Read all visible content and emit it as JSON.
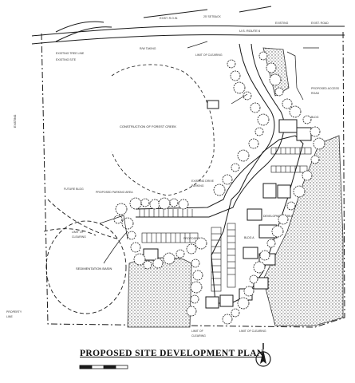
{
  "title": "PROPOSED SITE DEVELOPMENT PLAN",
  "labels": {
    "road": "U.S. ROUTE 6",
    "forest": "CONSTRUCTION OF FOREST CREEK",
    "exist": "EXISTING",
    "building": "DEVELOPMENT AREA",
    "sedimentation": "SEDIMENTATION BASIN",
    "bldg_a": "BLDG A"
  },
  "colors": {
    "ink": "#1a1a1a",
    "hatch": "#555555",
    "background": "#ffffff"
  },
  "icons": [
    "north-arrow-icon"
  ]
}
